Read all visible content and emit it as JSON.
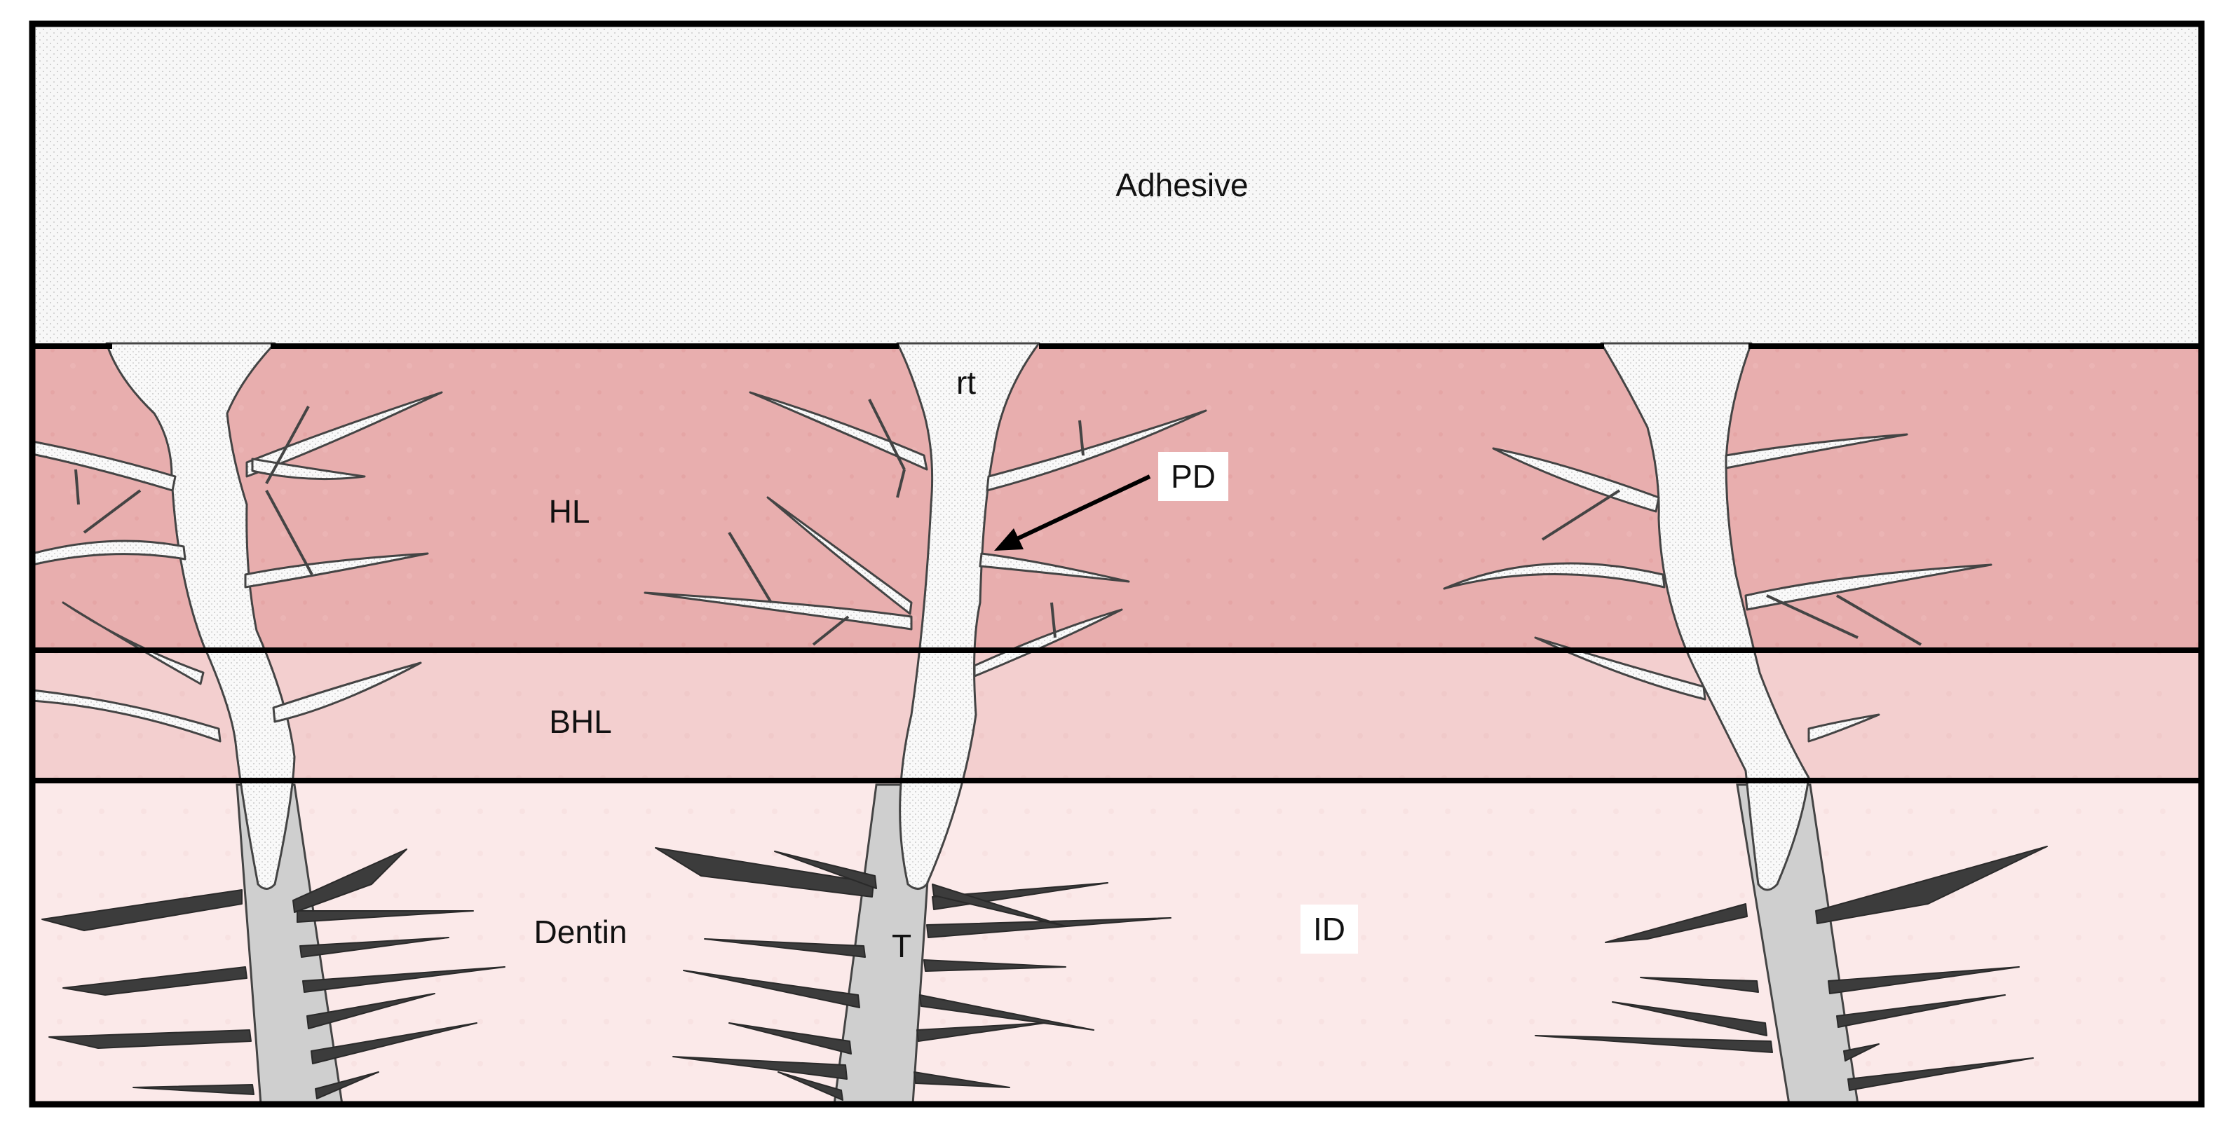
{
  "labels": {
    "adhesive": "Adhesive",
    "hl": "HL",
    "bhl": "BHL",
    "dentin": "Dentin",
    "rt": "rt",
    "pd": "PD",
    "t": "T",
    "id": "ID"
  },
  "colors": {
    "adhesive_fill": "#f7f7f7",
    "hl_fill": "#e8aeae",
    "bhl_fill": "#f3cfcf",
    "dentin_fill": "#fbe9e9",
    "tag_fill": "#f9f9f9",
    "tubule_fill": "#cfcfcf",
    "branch_dark": "#3c3c3c",
    "border": "#000000"
  }
}
